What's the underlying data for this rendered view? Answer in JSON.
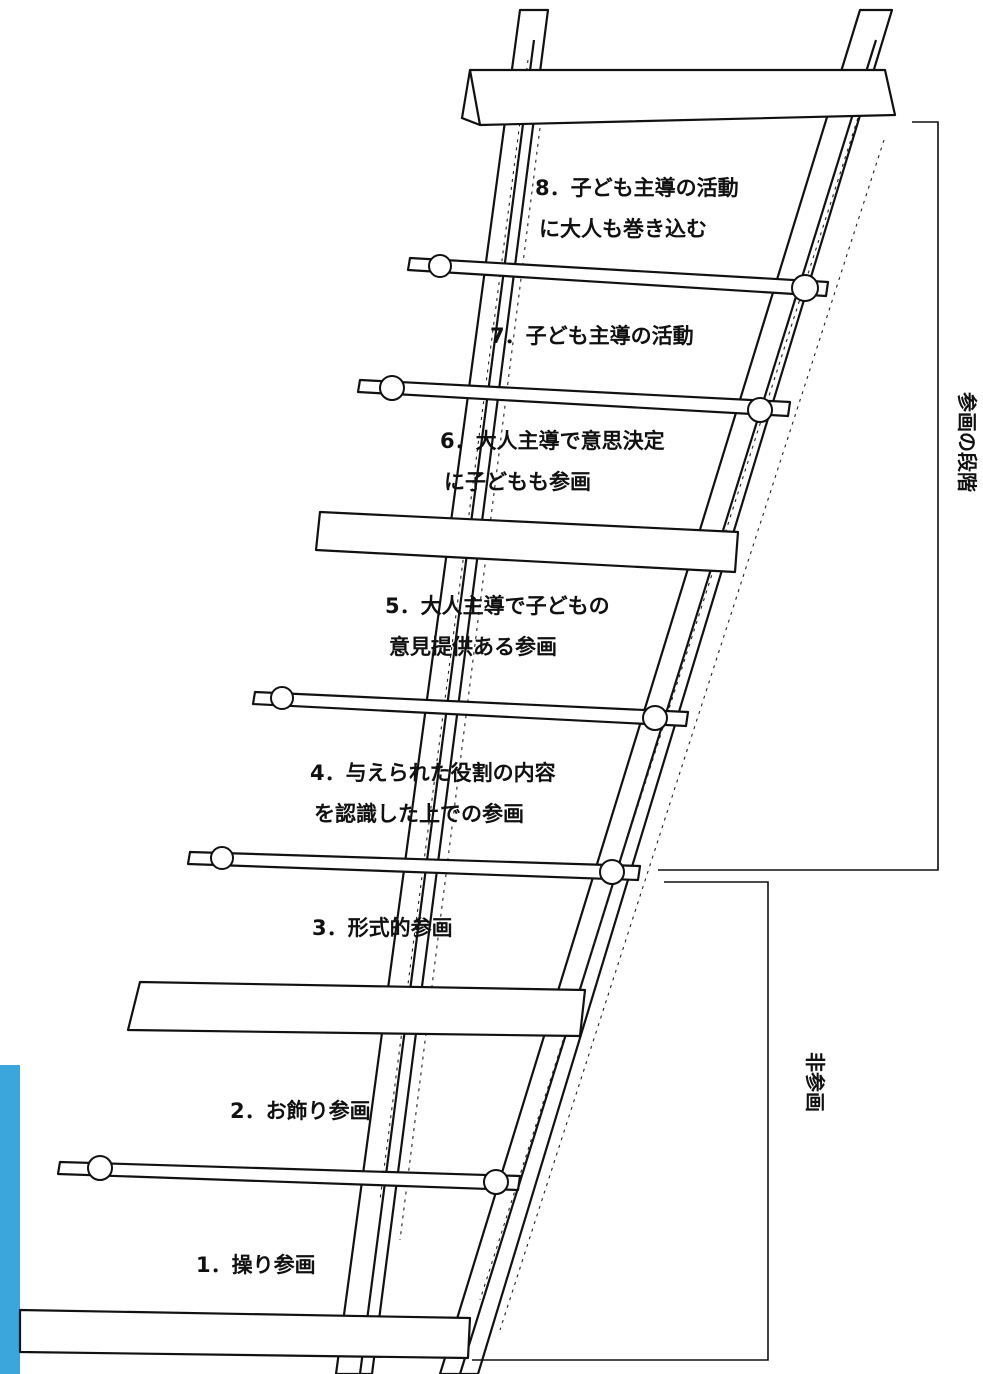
{
  "colors": {
    "ink": "#111111",
    "paper": "#ffffff",
    "side_strip": "#3aa6dc"
  },
  "rungs": [
    {
      "id": 8,
      "lines": [
        "8．子ども主導の活動",
        "に大人も巻き込む"
      ]
    },
    {
      "id": 7,
      "lines": [
        "7．子ども主導の活動"
      ]
    },
    {
      "id": 6,
      "lines": [
        "6．大人主導で意思決定",
        "に子どもも参画"
      ]
    },
    {
      "id": 5,
      "lines": [
        "5．大人主導で子どもの",
        "意見提供ある参画"
      ]
    },
    {
      "id": 4,
      "lines": [
        "4．与えられた役割の内容",
        "を認識した上での参画"
      ]
    },
    {
      "id": 3,
      "lines": [
        "3．形式的参画"
      ]
    },
    {
      "id": 2,
      "lines": [
        "2．お飾り参画"
      ]
    },
    {
      "id": 1,
      "lines": [
        "1．操り参画"
      ]
    }
  ],
  "brackets": {
    "participation": "参画の段階",
    "non_participation": "非参画"
  }
}
